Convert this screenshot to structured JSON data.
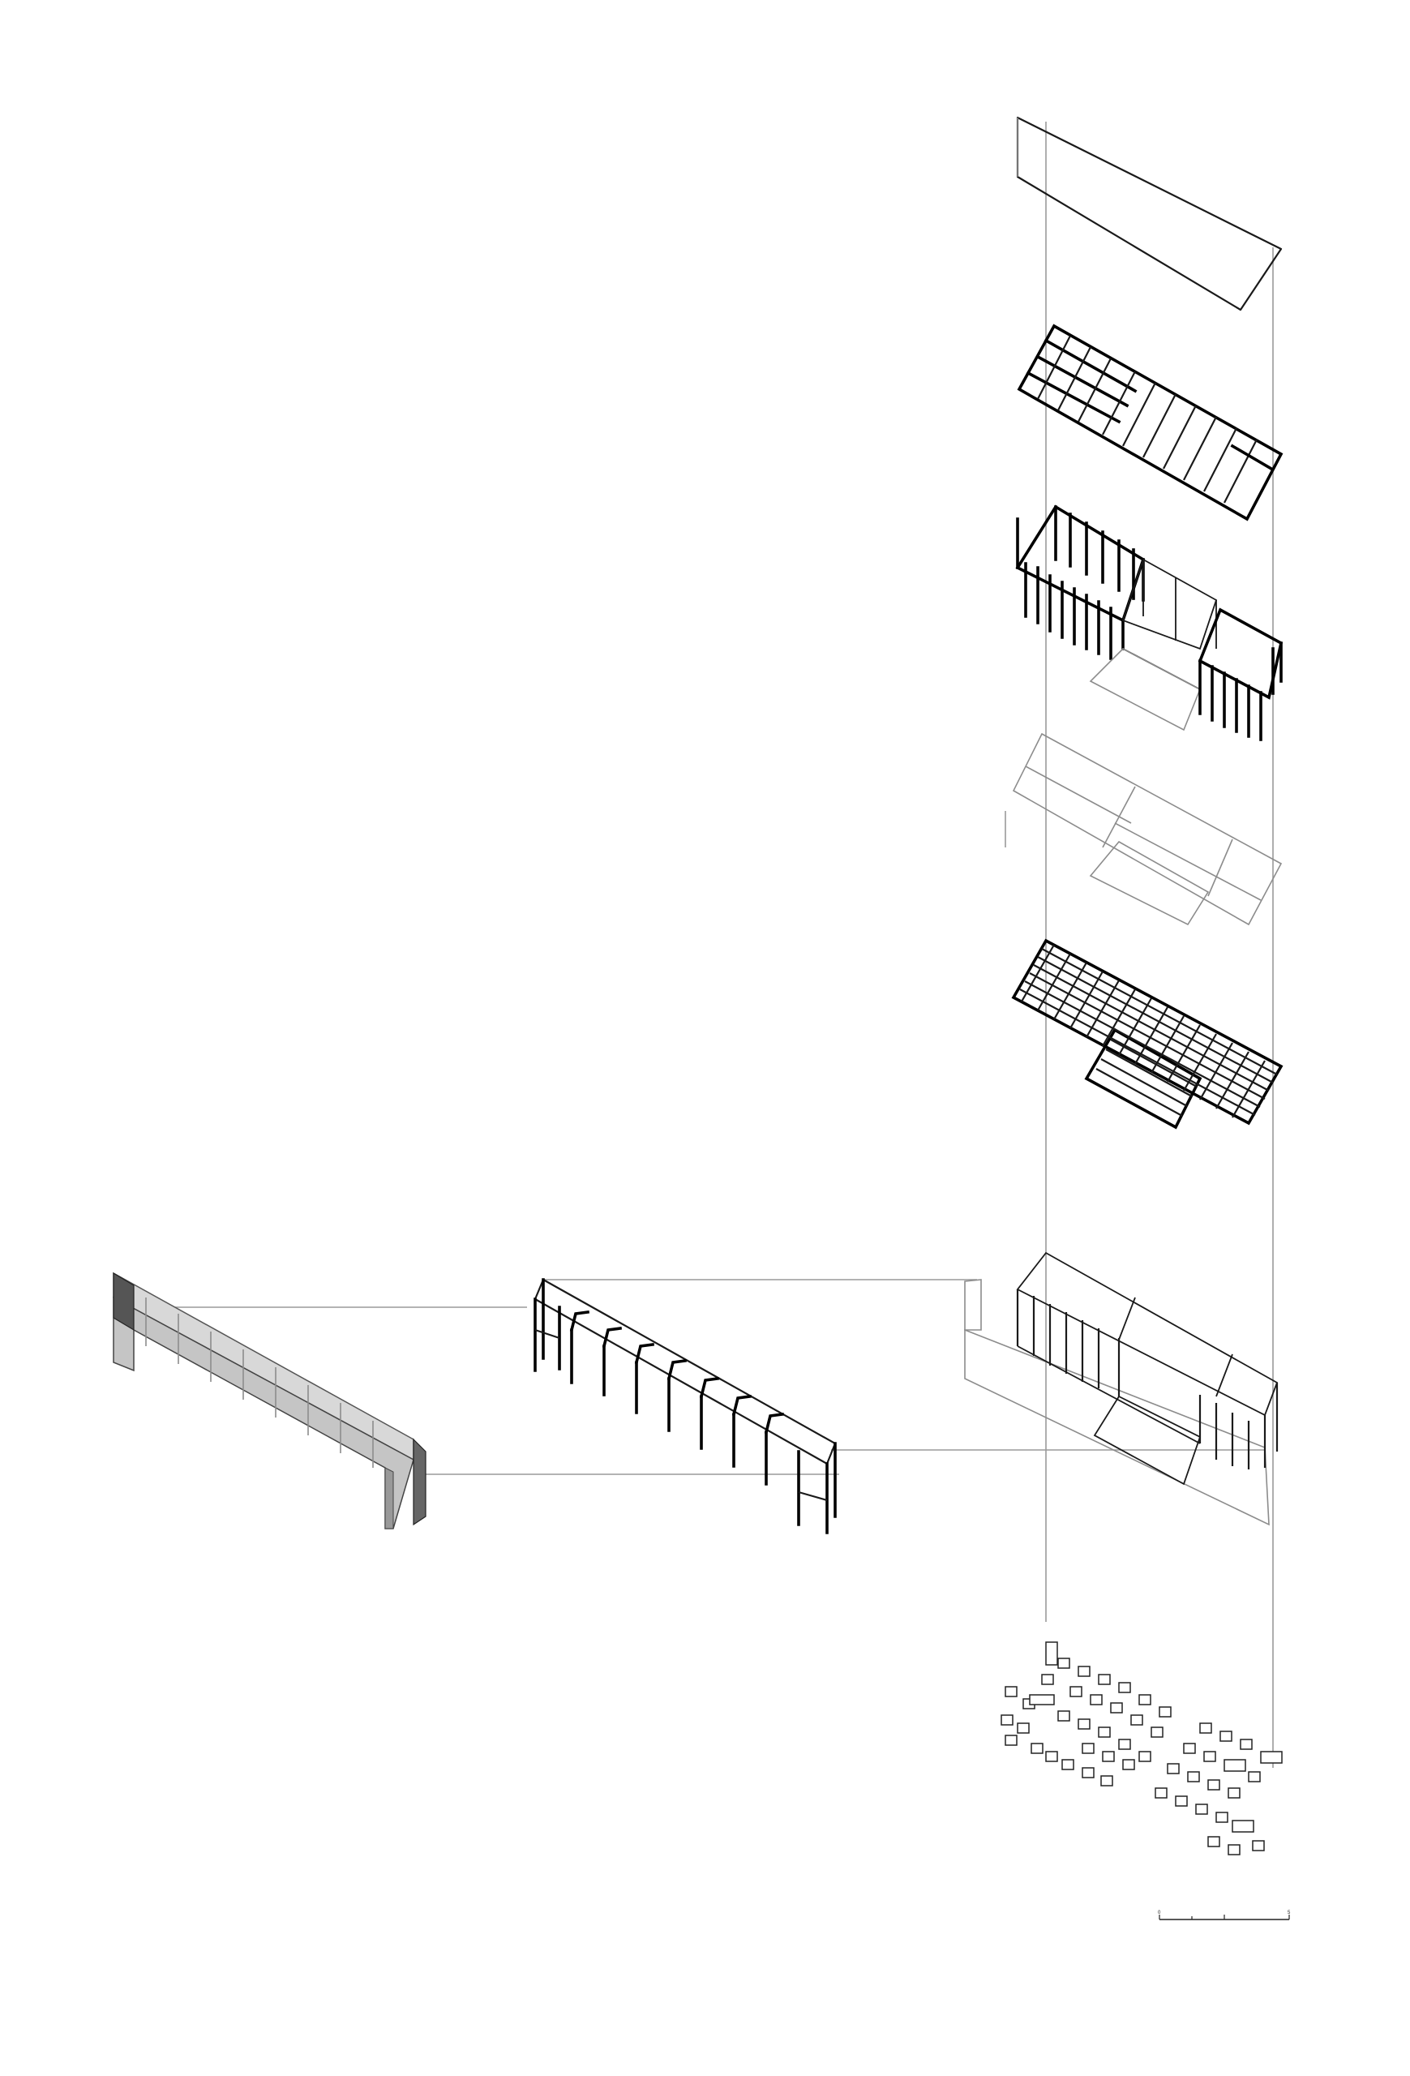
{
  "drawing": {
    "type": "exploded axonometric",
    "layers": [
      "roof-panel",
      "roof-joist-frame",
      "wall-stud-frames",
      "ceiling-outline",
      "floor-deck-slats",
      "glazed-pavilion-volume",
      "portal-frame-structure",
      "cladding-canopy",
      "furniture-layout"
    ],
    "colors": {
      "line": "#1a1a1a",
      "projection": "#9a9a9a",
      "canopy_fill": "#c9c9c9"
    }
  },
  "scale_bar": {
    "label": "",
    "ticks": [
      "0",
      "",
      "",
      "",
      "5"
    ]
  }
}
